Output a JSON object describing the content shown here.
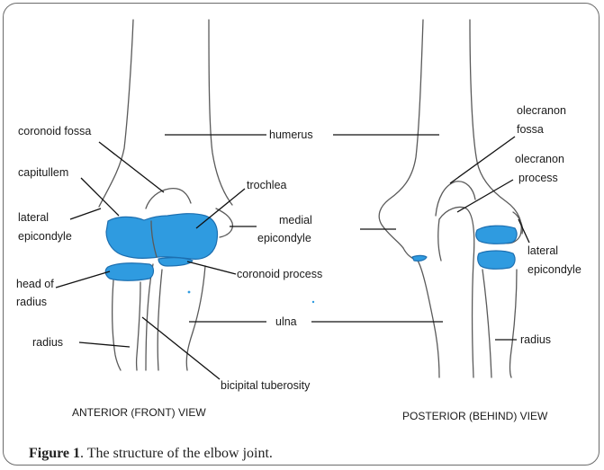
{
  "labels": {
    "coronoid_fossa": "coronoid fossa",
    "humerus": "humerus",
    "capitullem": "capitullem",
    "trochlea": "trochlea",
    "lateral_epicondyle_1": "lateral",
    "lateral_epicondyle_2": "epicondyle",
    "medial_epicondyle_1": "medial",
    "medial_epicondyle_2": "epicondyle",
    "coronoid_process": "coronoid process",
    "head_of_radius_1": "head of",
    "head_of_radius_2": "radius",
    "ulna": "ulna",
    "radius_left": "radius",
    "bicipital_tuberosity": "bicipital tuberosity",
    "olecranon_fossa_1": "olecranon",
    "olecranon_fossa_2": "fossa",
    "olecranon_process_1": "olecranon",
    "olecranon_process_2": "process",
    "lateral_epicondyle_right_1": "lateral",
    "lateral_epicondyle_right_2": "epicondyle",
    "radius_right": "radius"
  },
  "views": {
    "anterior": "ANTERIOR (FRONT) VIEW",
    "posterior": "POSTERIOR (BEHIND) VIEW"
  },
  "caption": {
    "prefix": "Figure 1",
    "text": ". The structure of the elbow joint."
  },
  "colors": {
    "cartilage": "#2f9be0",
    "bone_outline": "#5a5a5a",
    "frame_border": "#6b6b6b"
  }
}
